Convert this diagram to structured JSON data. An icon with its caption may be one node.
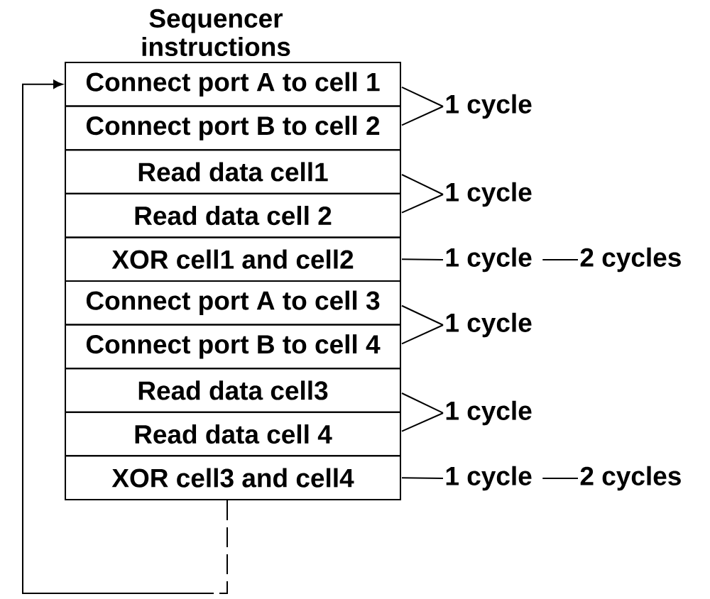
{
  "diagram": {
    "nodes": [
      {
        "text": [
          "Sequencer instructions"
        ]
      },
      {
        "text": [
          "Connect port A to cell 1"
        ],
        "in": 0
      },
      {
        "text": [
          "Connect port B to cell 2"
        ],
        "in": 0
      },
      {
        "text": [
          "Read data cell1"
        ],
        "in": 0
      },
      {
        "text": [
          "Read data cell 2"
        ],
        "in": 0
      },
      {
        "text": [
          "XOR cell1 and cell2"
        ],
        "in": 0
      },
      {
        "text": [
          "Connect port A to cell 3"
        ],
        "in": 0
      },
      {
        "text": [
          "Connect port B to cell 4"
        ],
        "in": 0
      },
      {
        "text": [
          "Read data cell3"
        ],
        "in": 0
      },
      {
        "text": [
          "Read data cell 4"
        ],
        "in": 0
      },
      {
        "text": [
          "XOR cell3 and cell4"
        ],
        "in": 0
      },
      {
        "text": [
          "1 cycle"
        ]
      },
      {
        "text": [
          "1 cycle"
        ]
      },
      {
        "text": [
          "1 cycle"
        ]
      },
      {
        "text": [
          "2 cycles"
        ]
      },
      {
        "text": [
          "1 cycle"
        ]
      },
      {
        "text": [
          "1 cycle"
        ]
      },
      {
        "text": [
          "1 cycle"
        ]
      },
      {
        "text": [
          "2 cycles"
        ]
      }
    ],
    "edges": [
      {
        "from": 10,
        "to": 1,
        "arrow": "to",
        "style": "dashed"
      },
      {
        "from": 1,
        "to": 11,
        "arrow": "none"
      },
      {
        "from": 2,
        "to": 11,
        "arrow": "none"
      },
      {
        "from": 3,
        "to": 12,
        "arrow": "none"
      },
      {
        "from": 4,
        "to": 12,
        "arrow": "none"
      },
      {
        "from": 5,
        "to": 13,
        "arrow": "none"
      },
      {
        "from": 13,
        "to": 14,
        "arrow": "none"
      },
      {
        "from": 6,
        "to": 15,
        "arrow": "none"
      },
      {
        "from": 7,
        "to": 15,
        "arrow": "none"
      },
      {
        "from": 8,
        "to": 16,
        "arrow": "none"
      },
      {
        "from": 9,
        "to": 16,
        "arrow": "none"
      },
      {
        "from": 10,
        "to": 17,
        "arrow": "none"
      },
      {
        "from": 17,
        "to": 18,
        "arrow": "none"
      }
    ]
  }
}
